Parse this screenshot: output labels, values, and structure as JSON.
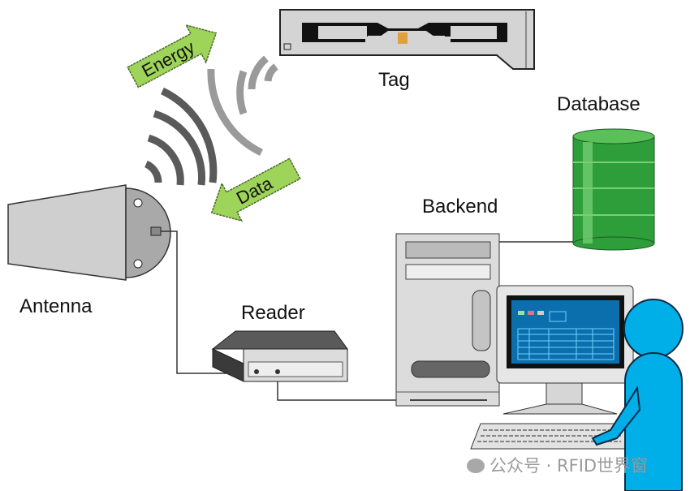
{
  "labels": {
    "tag": "Tag",
    "database": "Database",
    "backend": "Backend",
    "antenna": "Antenna",
    "reader": "Reader",
    "energy": "Energy",
    "data": "Data"
  },
  "watermark": "公众号 · RFID世界窗",
  "colors": {
    "arrow_green": "#9ed45a",
    "database_green": "#2e9e3a",
    "person_cyan": "#00aee8",
    "screen_blue": "#0b6fae",
    "device_gray": "#d6d6d6"
  }
}
